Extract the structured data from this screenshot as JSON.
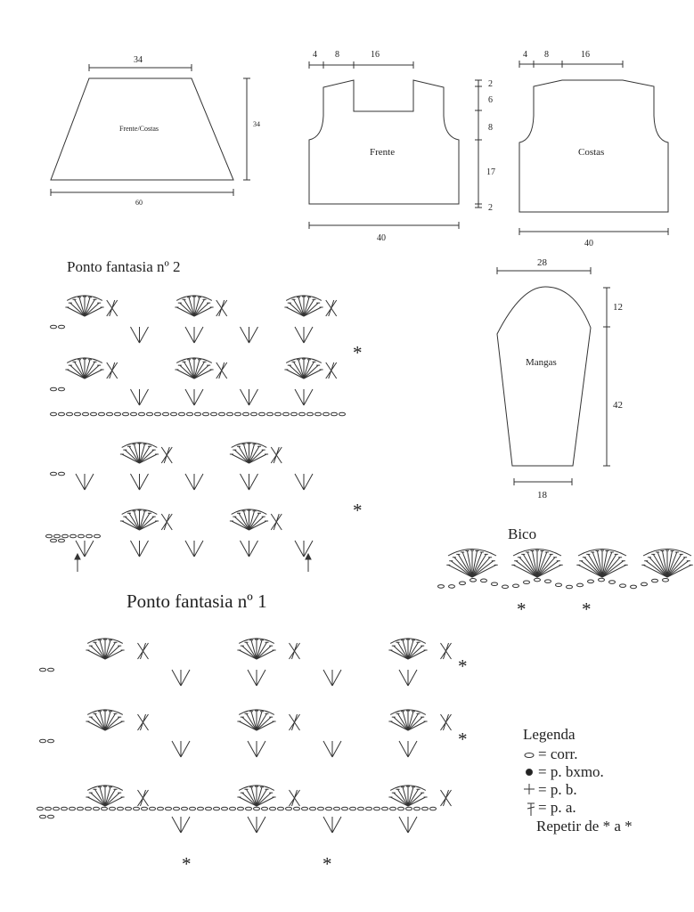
{
  "schematics": {
    "body_piece": {
      "label": "Frente/Costas",
      "top_width": "34",
      "height": "34",
      "bottom_width": "60"
    },
    "front": {
      "label": "Frente",
      "top_dims": [
        "4",
        "8",
        "16"
      ],
      "side_dims": [
        "2",
        "6",
        "8",
        "17",
        "2"
      ],
      "width": "40"
    },
    "back": {
      "label": "Costas",
      "top_dims": [
        "4",
        "8",
        "16"
      ],
      "width": "40"
    },
    "sleeves": {
      "label": "Mangas",
      "top_width": "28",
      "side_dims": [
        "12",
        "42"
      ],
      "bottom_width": "18"
    }
  },
  "charts": {
    "pattern2_title": "Ponto fantasia nº 2",
    "pattern1_title": "Ponto fantasia nº 1",
    "edging_title": "Bico",
    "repeat_marker": "*"
  },
  "legend": {
    "title": "Legenda",
    "items": [
      {
        "icon": "chain-oval-icon",
        "text": "= corr."
      },
      {
        "icon": "slip-stitch-dot-icon",
        "text": "= p. bxmo."
      },
      {
        "icon": "single-crochet-plus-icon",
        "text": "= p. b."
      },
      {
        "icon": "double-crochet-icon",
        "text": "= p. a."
      }
    ],
    "note": "Repetir de * a *"
  }
}
